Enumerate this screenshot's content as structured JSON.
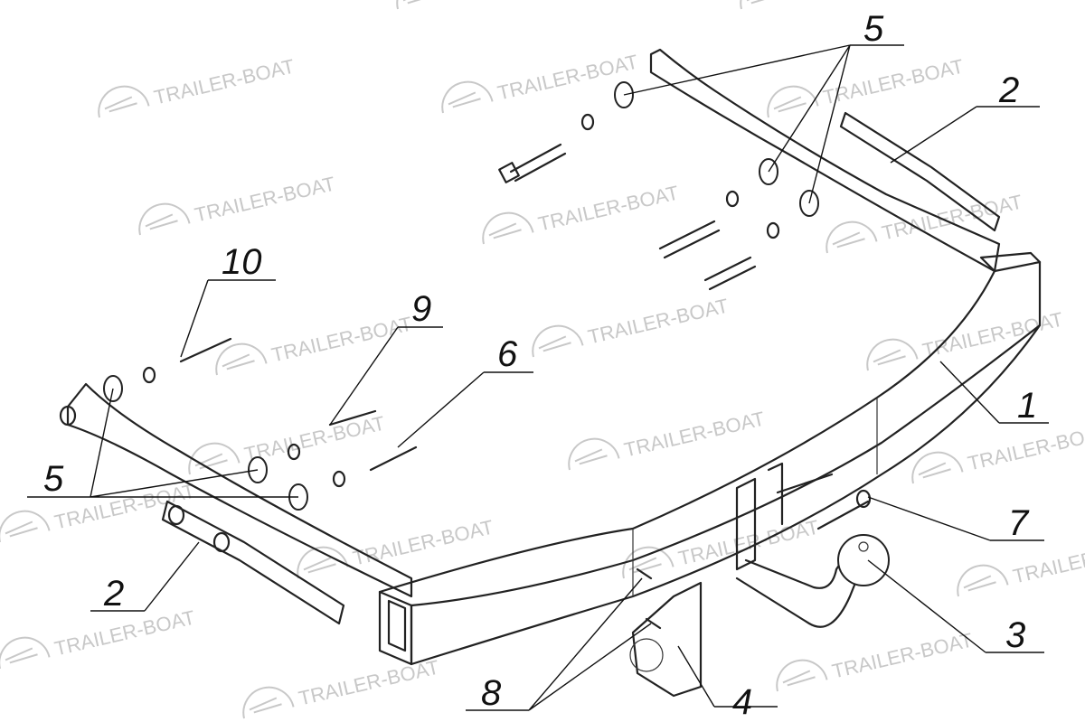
{
  "watermark": {
    "text": "TRAILER-BOAT",
    "color": "#c8c8c8"
  },
  "callouts": {
    "c1": "1",
    "c2a": "2",
    "c2b": "2",
    "c3": "3",
    "c4": "4",
    "c5a": "5",
    "c5b": "5",
    "c6": "6",
    "c7": "7",
    "c8": "8",
    "c9": "9",
    "c10": "10"
  }
}
